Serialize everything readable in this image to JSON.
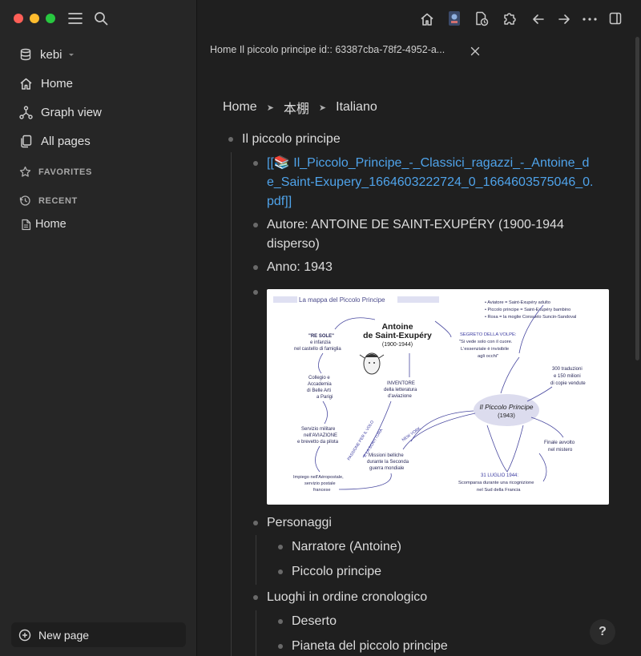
{
  "sidebar": {
    "graph_name": "kebi",
    "nav": [
      {
        "label": "Home",
        "icon": "home-icon"
      },
      {
        "label": "Graph view",
        "icon": "graph-icon"
      },
      {
        "label": "All pages",
        "icon": "pages-icon"
      }
    ],
    "favorites_label": "FAVORITES",
    "recent_label": "RECENT",
    "recent_items": [
      "Home"
    ],
    "new_page_label": "New page"
  },
  "tab": {
    "label": "Home  Il piccolo principe id:: 63387cba-78f2-4952-a..."
  },
  "breadcrumb": [
    "Home",
    "本棚",
    "Italiano"
  ],
  "outline": {
    "root": "Il piccolo principe",
    "pdf_link_open": "[[",
    "pdf_link_name": "📚 Il_Piccolo_Principe_-_Classici_ragazzi_-_Antoine_de_Saint-Exupery_1664603222724_0_1664603575046_0.pdf",
    "pdf_link_close": "]]",
    "author": "Autore: ANTOINE DE SAINT-EXUPÉRY (1900-1944 disperso)",
    "year": "Anno: 1943",
    "personaggi": "Personaggi",
    "personaggi_items": [
      "Narratore (Antoine)",
      "Piccolo principe"
    ],
    "luoghi": "Luoghi in ordine cronologico",
    "luoghi_items": [
      "Deserto",
      "Pianeta del piccolo principe"
    ]
  },
  "map": {
    "header": "La mappa del Piccolo Principe",
    "center_title": "Il Piccolo Principe",
    "center_year": "(1943)",
    "author_name_1": "Antoine",
    "author_name_2": "de Saint-Exupéry",
    "author_years": "(1900-1944)",
    "legend": [
      "• Aviatore = Saint-Exupéry adulto",
      "• Piccolo principe = Saint-Exupéry bambino",
      "• Rosa = la moglie Consuelo Suncin-Sandoval"
    ],
    "re_sole": [
      "\"RE SOLE\"",
      "e infanzia",
      "nel castello di famiglia"
    ],
    "collegio": [
      "Collegio e",
      "Accademia",
      "di Belle Arti",
      "a Parigi"
    ],
    "servizio": [
      "Servizio militare",
      "nell'AVIAZIONE",
      "e brevetto da pilota"
    ],
    "impiego": [
      "Impiego nell'Aéropostale,",
      "servizio postale",
      "francese"
    ],
    "inventore": [
      "INVENTORE",
      "della letteratura",
      "d'aviazione"
    ],
    "segreto": [
      "SEGRETO DELLA VOLPE:",
      "\"Si vede solo con il cuore.",
      "L'essenziale è invisibile",
      "agli occhi\""
    ],
    "traduzioni": [
      "300 traduzioni",
      "e 150 milioni",
      "di copie vendute"
    ],
    "finale": [
      "Finale avvolto",
      "nel mistero"
    ],
    "missioni": [
      "Missioni belliche",
      "durante la Seconda",
      "guerra mondiale"
    ],
    "luglio": [
      "31 LUGLIO 1944:",
      "Scomparsa durante una ricognizione",
      "nel Sud della Francia"
    ],
    "passione_1": "PASSIONE PER IL VOLO",
    "passione_2": "E LA SCRITTURA",
    "new_york": "NEW YORK"
  },
  "help_label": "?"
}
